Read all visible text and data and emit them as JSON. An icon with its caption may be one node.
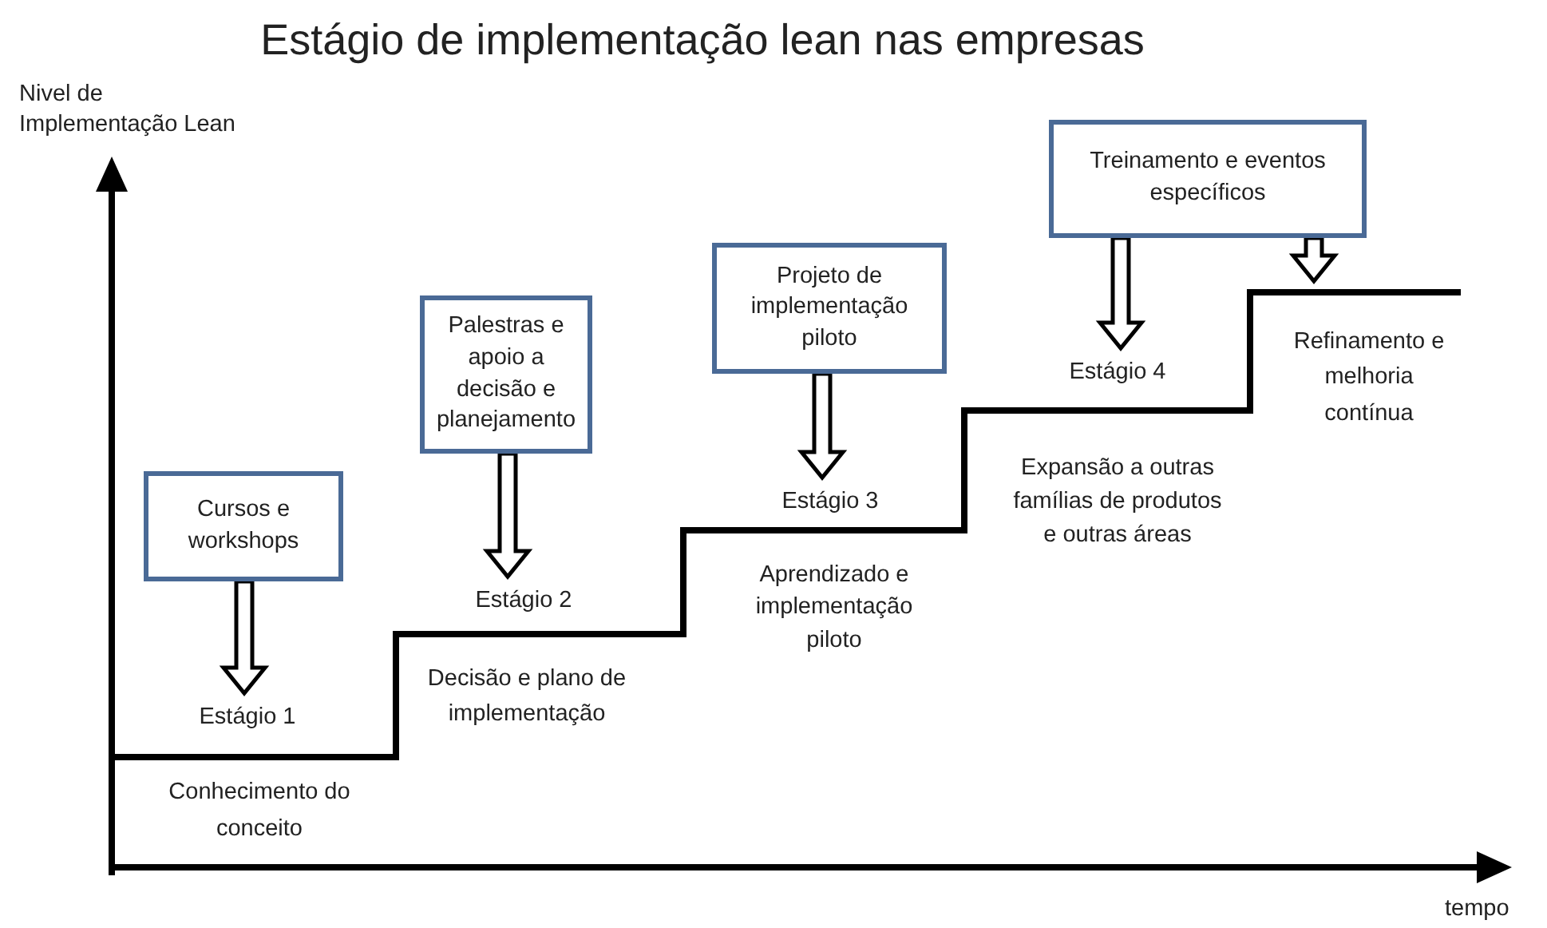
{
  "diagram": {
    "title": "Estágio de implementação lean nas empresas",
    "nodes": [
      {
        "text": [
          "Cursos e workshops"
        ]
      },
      {
        "text": [
          "Palestras e apoio a decisão e planejamento"
        ]
      },
      {
        "text": [
          "Projeto de implementação piloto"
        ]
      },
      {
        "text": [
          "Treinamento e eventos específicos"
        ]
      },
      {
        "text": [
          "Estágio 1"
        ]
      },
      {
        "text": [
          "Estágio 2"
        ]
      },
      {
        "text": [
          "Estágio 3"
        ]
      },
      {
        "text": [
          "Estágio 4"
        ]
      }
    ],
    "edges": [
      {
        "from": 0,
        "to": 4,
        "arrow": "to"
      },
      {
        "from": 1,
        "to": 5,
        "arrow": "to"
      },
      {
        "from": 2,
        "to": 6,
        "arrow": "to"
      },
      {
        "from": 3,
        "to": 7,
        "arrow": "to"
      },
      {
        "from": 3,
        "to": null,
        "arrow": "to"
      }
    ],
    "labels": [
      "Nivel de Implementação Lean",
      "Refinamento e melhoria contínua",
      "Expansão a outras famílias de produtos e outras áreas",
      "Aprendizado e implementação piloto",
      "Decisão e plano de implementação",
      "Conhecimento do conceito",
      "tempo"
    ]
  }
}
